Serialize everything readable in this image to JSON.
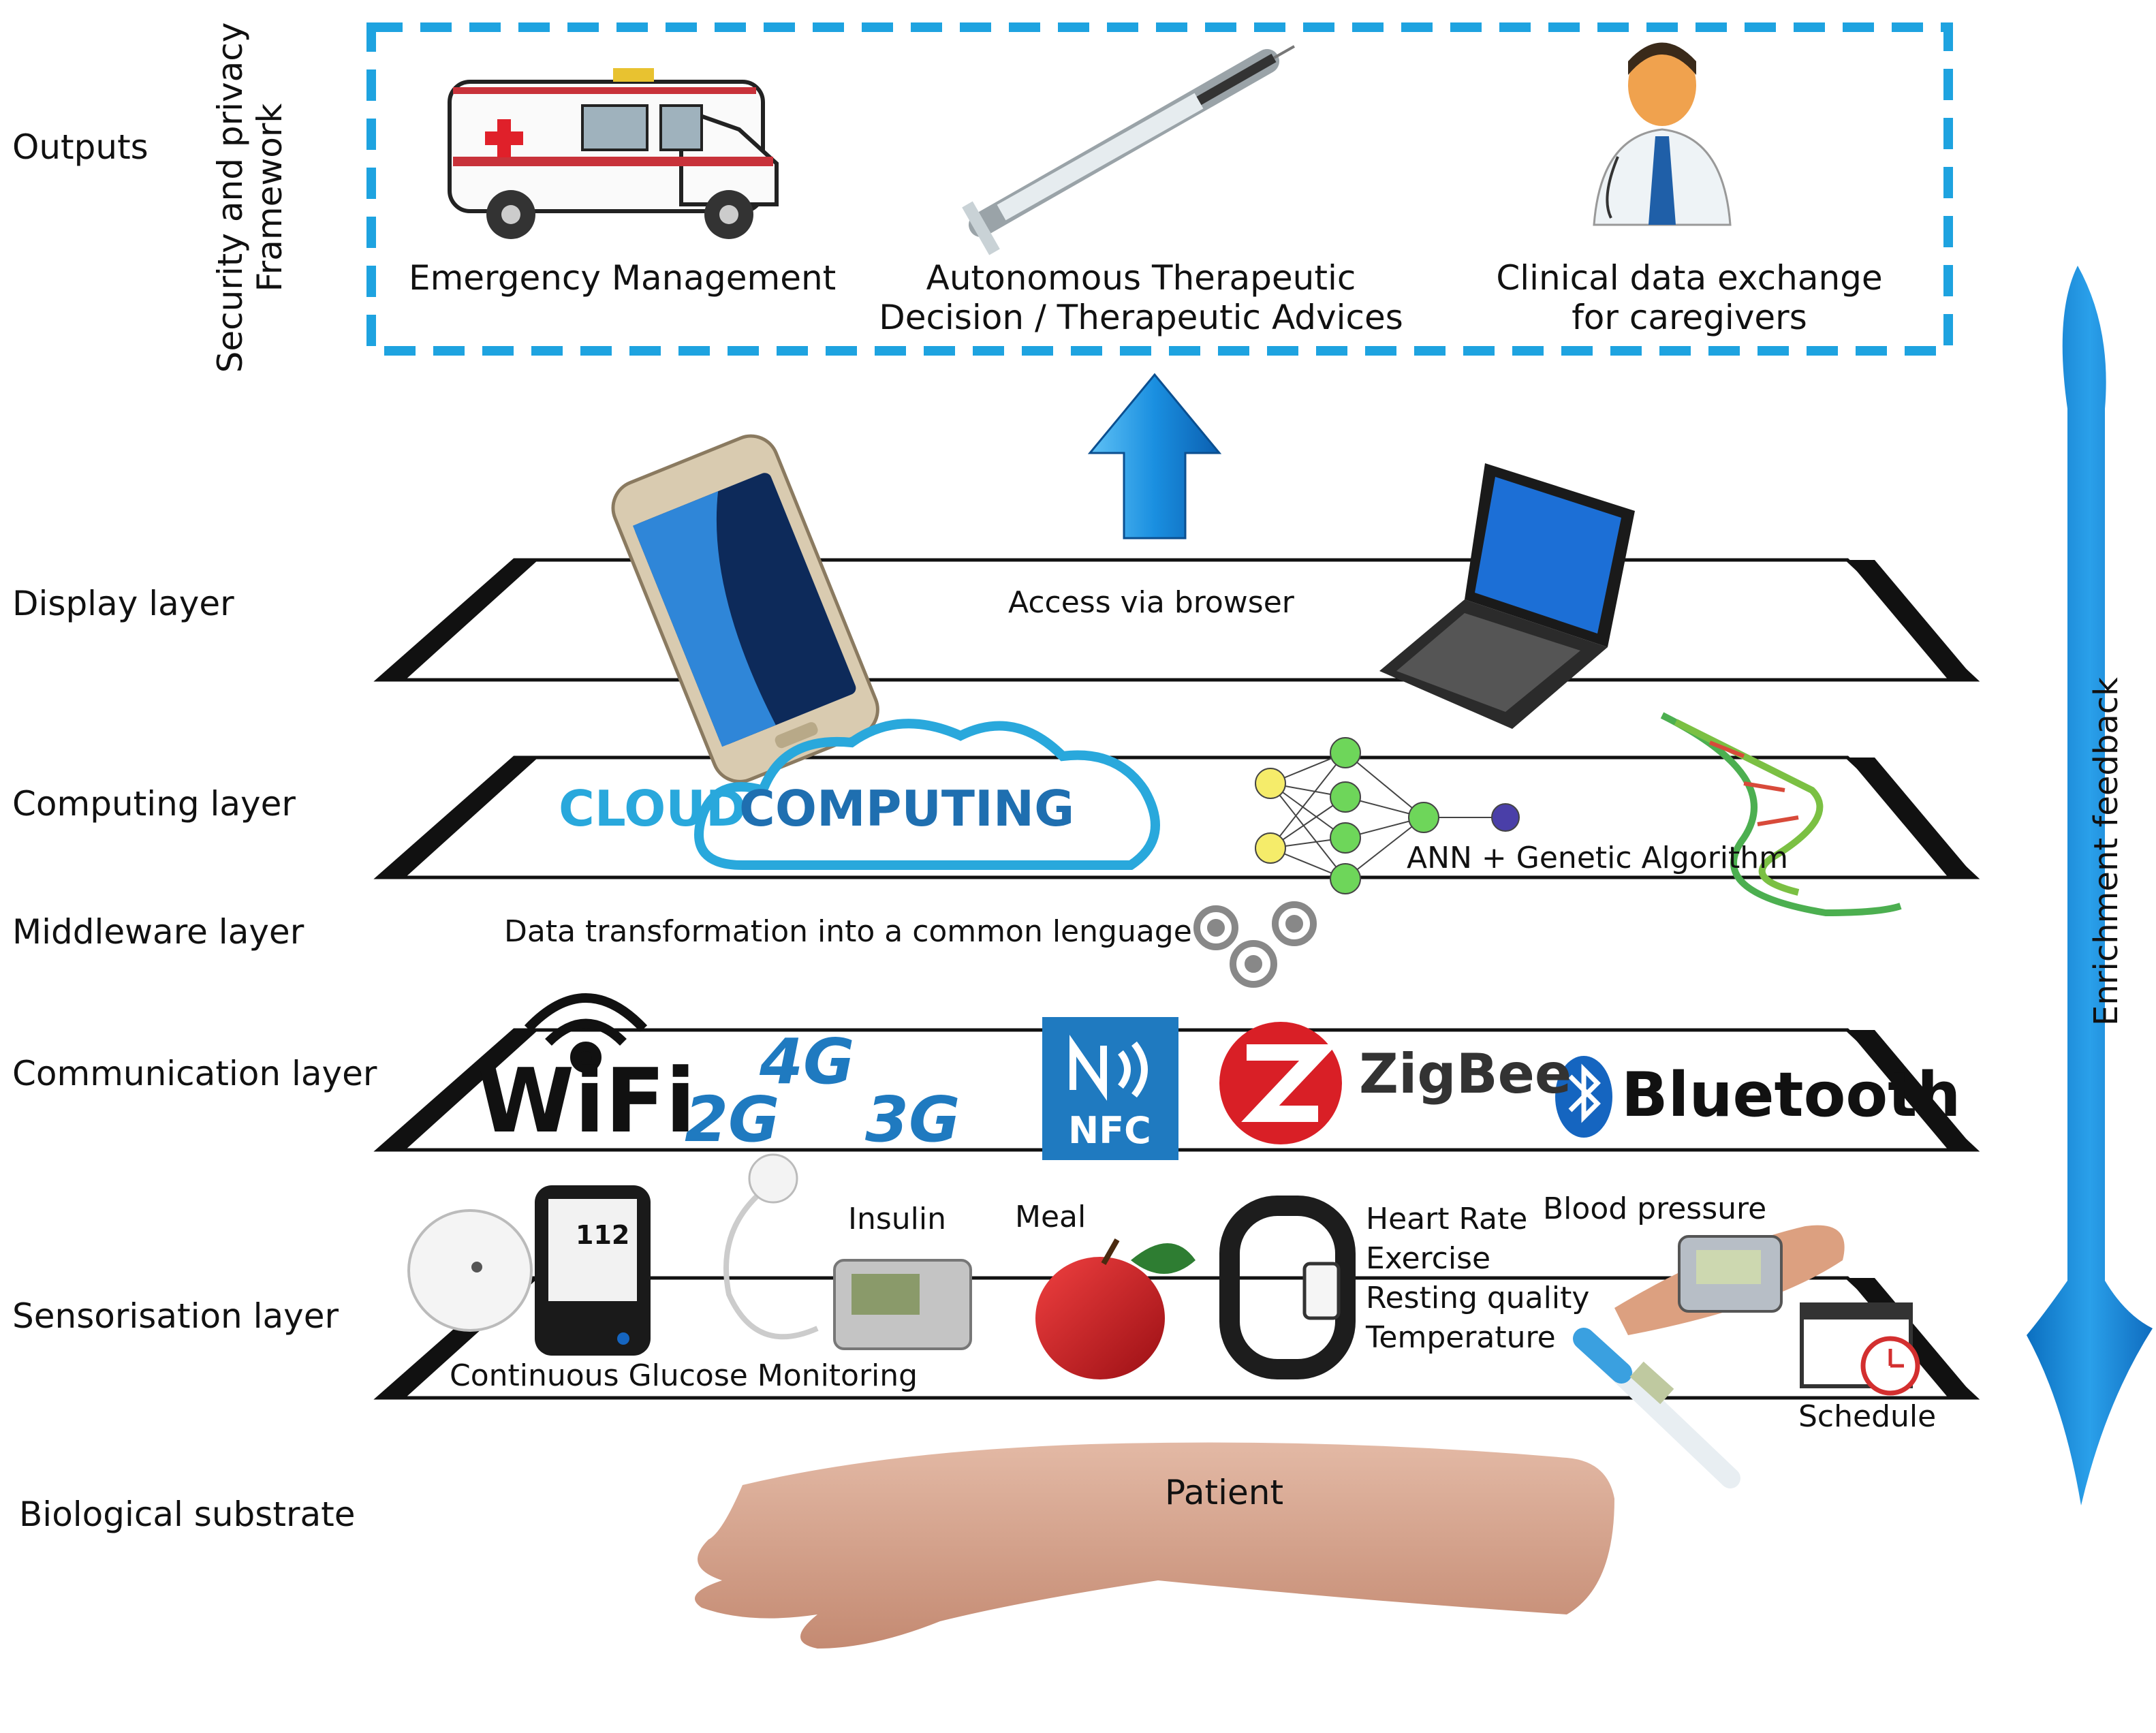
{
  "outputs": {
    "label": "Outputs",
    "frame_label_line1": "Security and privacy",
    "frame_label_line2": "Framework",
    "items": [
      {
        "line1": "Emergency Management",
        "line2": ""
      },
      {
        "line1": "Autonomous  Therapeutic",
        "line2": "Decision  /  Therapeutic Advices"
      },
      {
        "line1": "Clinical data exchange",
        "line2": "for caregivers"
      }
    ]
  },
  "layers": {
    "display": {
      "label": "Display layer",
      "text": "Access via browser"
    },
    "computing": {
      "label": "Computing layer",
      "cloud_part1": "CLOUD",
      "cloud_part2": "COMPUTING",
      "ann": "ANN + Genetic Algorithm"
    },
    "middleware": {
      "label": "Middleware layer",
      "text": "Data transformation into a common lenguage"
    },
    "communication": {
      "label": "Communication layer",
      "wifi": "WiFi",
      "g4": "4G",
      "g2": "2G",
      "g3": "3G",
      "nfc": "NFC",
      "zigbee": "ZigBee",
      "bluetooth": "Bluetooth"
    },
    "sensorisation": {
      "label": "Sensorisation layer",
      "cgm": "Continuous Glucose Monitoring",
      "cgm_value": "112",
      "insulin": "Insulin",
      "meal": "Meal",
      "metrics": [
        "Heart Rate",
        "Exercise",
        "Resting quality",
        "Temperature"
      ],
      "blood_pressure": "Blood pressure",
      "schedule": "Schedule"
    },
    "biological": {
      "label": "Biological substrate",
      "patient": "Patient"
    }
  },
  "feedback": {
    "label": "Enrichment feedback"
  },
  "colors": {
    "dashed_frame": "#1ea3e0",
    "arrow_blue": "#1a8fe0",
    "cloud_blue": "#29a8dc",
    "nfc_blue": "#1f7ac0",
    "zigbee_red": "#d91f26",
    "bluetooth_blue": "#1565c0",
    "layer_black": "#111111"
  }
}
